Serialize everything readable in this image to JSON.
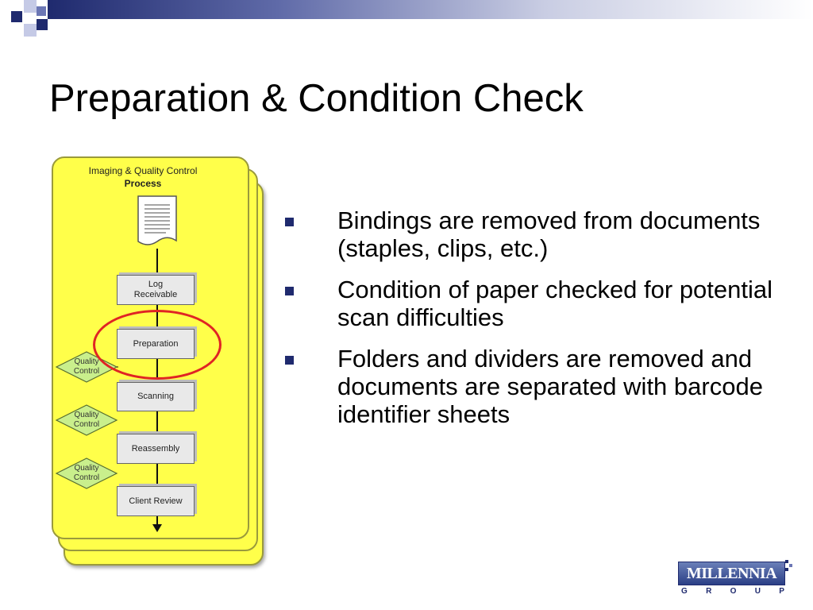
{
  "slide": {
    "title": "Preparation & Condition Check"
  },
  "flowchart": {
    "heading_line1": "Imaging & Quality Control",
    "heading_line2": "Process",
    "steps": [
      {
        "line1": "Log",
        "line2": "Receivable"
      },
      {
        "line1": "Preparation",
        "line2": ""
      },
      {
        "line1": "Scanning",
        "line2": ""
      },
      {
        "line1": "Reassembly",
        "line2": ""
      },
      {
        "line1": "Client Review",
        "line2": ""
      }
    ],
    "checks": [
      {
        "line1": "Quality",
        "line2": "Control"
      },
      {
        "line1": "Quality",
        "line2": "Control"
      },
      {
        "line1": "Quality",
        "line2": "Control"
      }
    ],
    "highlighted_step": "Preparation"
  },
  "bullets": [
    "Bindings are removed from documents (staples, clips, etc.)",
    "Condition of paper checked for potential scan difficulties",
    "Folders and dividers are removed and documents are separated with barcode identifier sheets"
  ],
  "logo": {
    "name": "MILLENNIA",
    "sub_letters": [
      "G",
      "R",
      "O",
      "U",
      "P"
    ]
  },
  "colors": {
    "brand_navy": "#1f2a6e",
    "flowchart_yellow": "#ffff4a",
    "highlight_red": "#e02424"
  }
}
